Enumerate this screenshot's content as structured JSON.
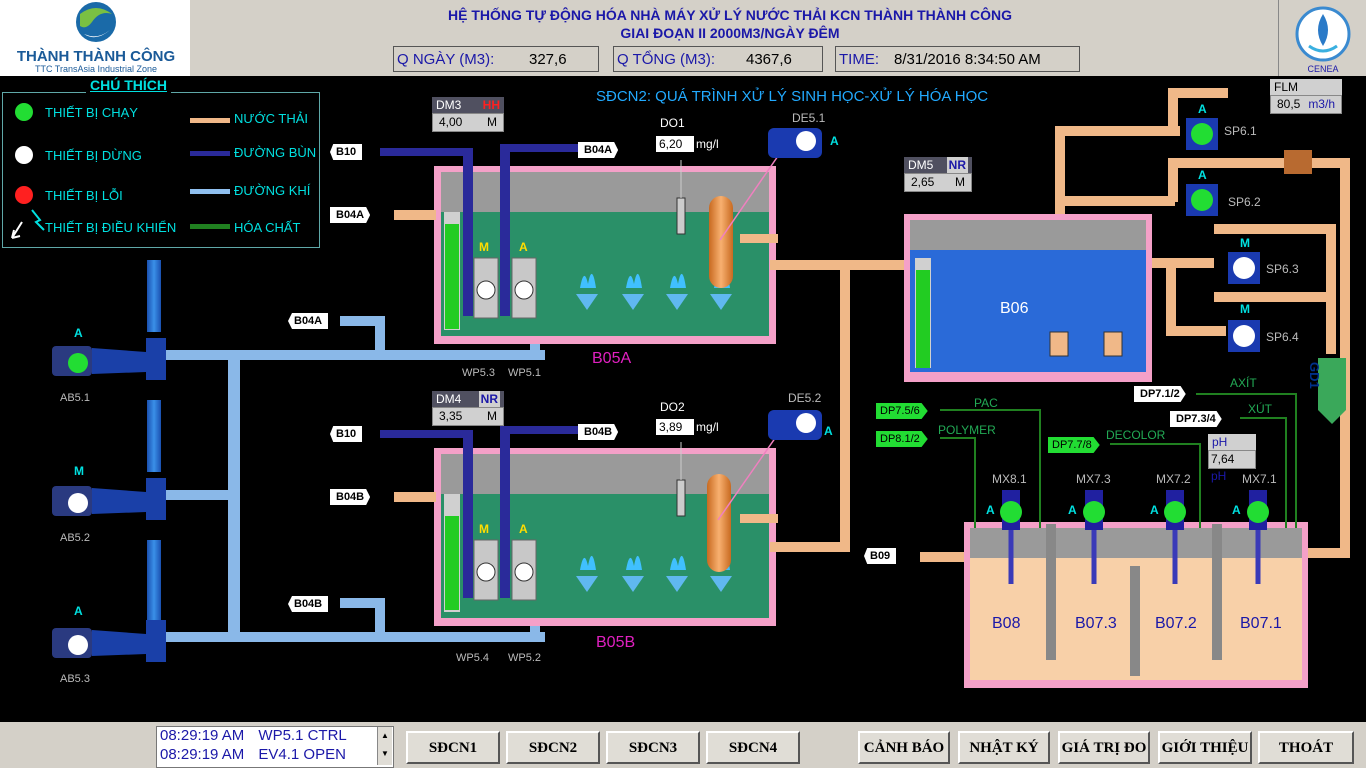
{
  "header": {
    "logo_brand": "THÀNH THÀNH CÔNG",
    "logo_sub": "TTC TransAsia Industrial Zone",
    "title_line1": "HỆ THỐNG TỰ ĐỘNG HÓA NHÀ MÁY XỬ LÝ NƯỚC THẢI KCN THÀNH THÀNH CÔNG",
    "title_line2": "GIAI ĐOẠN II 2000M3/NGÀY ĐÊM",
    "q_day_label": "Q NGÀY (M3):",
    "q_day_value": "327,6",
    "q_total_label": "Q TỔNG (M3):",
    "q_total_value": "4367,6",
    "time_label": "TIME:",
    "time_value": "8/31/2016 8:34:50 AM",
    "right_logo_text": "CENEA"
  },
  "legend": {
    "title": "CHÚ THÍCH",
    "running": "THIẾT BỊ CHẠY",
    "stopped": "THIẾT BỊ DỪNG",
    "fault": "THIẾT BỊ LỖI",
    "control": "THIẾT BỊ ĐIỀU KHIỂN",
    "wastewater": "NƯỚC THẢI",
    "sludge": "ĐƯỜNG BÙN",
    "air": "ĐƯỜNG KHÍ",
    "chemical": "HÓA CHẤT",
    "colors": {
      "running": "#22dd33",
      "stopped": "#ffffff",
      "fault": "#ff2020",
      "wastewater": "#f0b888",
      "sludge": "#2a2a9a",
      "air": "#90c0f0",
      "chemical": "#208020"
    }
  },
  "diagram": {
    "subtitle": "SĐCN2: QUÁ TRÌNH XỬ LÝ SINH HỌC-XỬ LÝ HÓA HỌC",
    "tanks": {
      "b05a": "B05A",
      "b05b": "B05B",
      "b06": "B06",
      "b08": "B08",
      "b073": "B07.3",
      "b072": "B07.2",
      "b071": "B07.1"
    },
    "tags": {
      "b10a": "B10",
      "b04a_top": "B04A",
      "b04a_in": "B04A",
      "b04a_pipe": "B04A",
      "b10b": "B10",
      "b04b_top": "B04B",
      "b04b_in": "B04B",
      "b04b_pipe": "B04B",
      "b09": "B09"
    },
    "meters": {
      "dm3": {
        "name": "DM3",
        "status": "HH",
        "value": "4,00",
        "unit": "M",
        "status_color": "#ff2020"
      },
      "dm4": {
        "name": "DM4",
        "status": "NR",
        "value": "3,35",
        "unit": "M",
        "status_color": "#1b18a8"
      },
      "dm5": {
        "name": "DM5",
        "status": "NR",
        "value": "2,65",
        "unit": "M",
        "status_color": "#1b18a8"
      },
      "flm": {
        "name": "FLM",
        "value": "80,5",
        "unit": "m3/h"
      },
      "ph": {
        "name": "pH",
        "value": "7,64",
        "unit": "pH"
      }
    },
    "do1": {
      "name": "DO1",
      "value": "6,20",
      "unit": "mg/l"
    },
    "do2": {
      "name": "DO2",
      "value": "3,89",
      "unit": "mg/l"
    },
    "blowers": {
      "ab51": "AB5.1",
      "ab52": "AB5.2",
      "ab53": "AB5.3",
      "ab51_mode": "A",
      "ab52_mode": "M",
      "ab53_mode": "A"
    },
    "pumps": {
      "wp53": "WP5.3",
      "wp51": "WP5.1",
      "wp54": "WP5.4",
      "wp52": "WP5.2",
      "de51": "DE5.1",
      "de52": "DE5.2",
      "sp61": "SP6.1",
      "sp62": "SP6.2",
      "sp63": "SP6.3",
      "sp64": "SP6.4",
      "mode_m": "M",
      "mode_a": "A",
      "sp61_mode": "A",
      "sp62_mode": "A",
      "sp63_mode": "M",
      "sp64_mode": "M",
      "de_mode": "A"
    },
    "mixers": {
      "mx81": "MX8.1",
      "mx73": "MX7.3",
      "mx72": "MX7.2",
      "mx71": "MX7.1",
      "mode": "A"
    },
    "dosing": {
      "dp756": "DP7.5/6",
      "pac": "PAC",
      "dp812": "DP8.1/2",
      "polymer": "POLYMER",
      "dp778": "DP7.7/8",
      "decolor": "DECOLOR",
      "dp712": "DP7.1/2",
      "axit": "AXÍT",
      "dp734": "DP7.3/4",
      "xut": "XÚT"
    },
    "gd1": "GD1"
  },
  "alarms": [
    {
      "time": "08:29:19 AM",
      "msg": "WP5.1 CTRL"
    },
    {
      "time": "08:29:19 AM",
      "msg": "EV4.1 OPEN"
    }
  ],
  "nav": {
    "sdcn1": "SĐCN1",
    "sdcn2": "SĐCN2",
    "sdcn3": "SĐCN3",
    "sdcn4": "SĐCN4",
    "alarm": "CẢNH BÁO",
    "log": "NHẬT KÝ",
    "values": "GIÁ TRỊ ĐO",
    "about": "GIỚI THIỆU",
    "exit": "THOÁT"
  }
}
